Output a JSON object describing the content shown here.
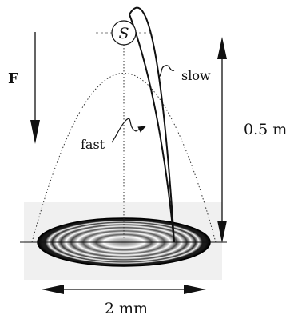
{
  "labels": {
    "source": "S",
    "force": "F",
    "slow": "slow",
    "fast": "fast",
    "height": "0.5 m",
    "width": "2 mm"
  }
}
